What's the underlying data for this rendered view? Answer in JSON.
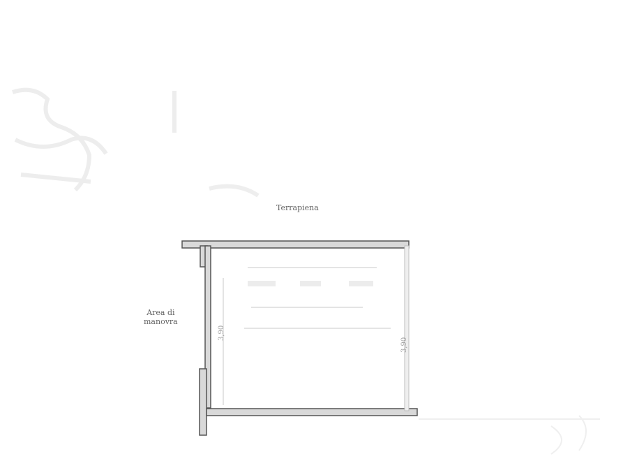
{
  "plan": {
    "top_label": "Terrapiena",
    "left_label_line1": "Area di",
    "left_label_line2": "manovra",
    "dim_left": "3,90",
    "dim_right": "3,90"
  },
  "colors": {
    "wall_fill": "#d9d9d9",
    "wall_stroke": "#555555",
    "ghost": "#e8e8e8",
    "text": "#3a3a3a"
  }
}
